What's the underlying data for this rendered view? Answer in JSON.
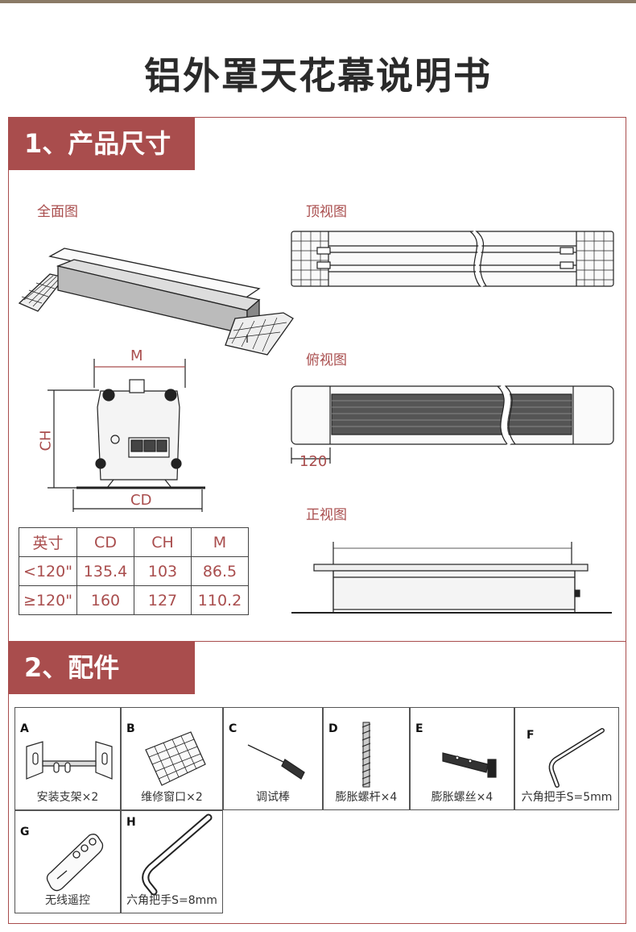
{
  "title": "铝外罩天花幕说明书",
  "section1": {
    "heading": "1、产品尺寸",
    "views": {
      "full": "全面图",
      "top": "顶视图",
      "bottom": "俯视图",
      "front": "正视图"
    },
    "dims": {
      "m": "M",
      "ch": "CH",
      "cd": "CD",
      "w120": "120"
    },
    "table": {
      "headers": [
        "英寸",
        "CD",
        "CH",
        "M"
      ],
      "rows": [
        [
          "<120\"",
          "135.4",
          "103",
          "86.5"
        ],
        [
          "≥120\"",
          "160",
          "127",
          "110.2"
        ]
      ]
    }
  },
  "section2": {
    "heading": "2、配件",
    "parts": [
      {
        "letter": "A",
        "label": "安装支架×2",
        "icon": "bracket-icon"
      },
      {
        "letter": "B",
        "label": "维修窗口×2",
        "icon": "grille-icon"
      },
      {
        "letter": "C",
        "label": "调试棒",
        "icon": "screwdriver-icon"
      },
      {
        "letter": "D",
        "label": "膨胀螺杆×4",
        "icon": "threaded-rod-icon"
      },
      {
        "letter": "E",
        "label": "膨胀螺丝×4",
        "icon": "anchor-bolt-icon"
      },
      {
        "letter": "F",
        "label": "六角把手S=5mm",
        "icon": "hex-key-icon"
      },
      {
        "letter": "G",
        "label": "无线遥控",
        "icon": "remote-icon"
      },
      {
        "letter": "H",
        "label": "六角把手S=8mm",
        "icon": "hex-key-icon"
      }
    ]
  }
}
